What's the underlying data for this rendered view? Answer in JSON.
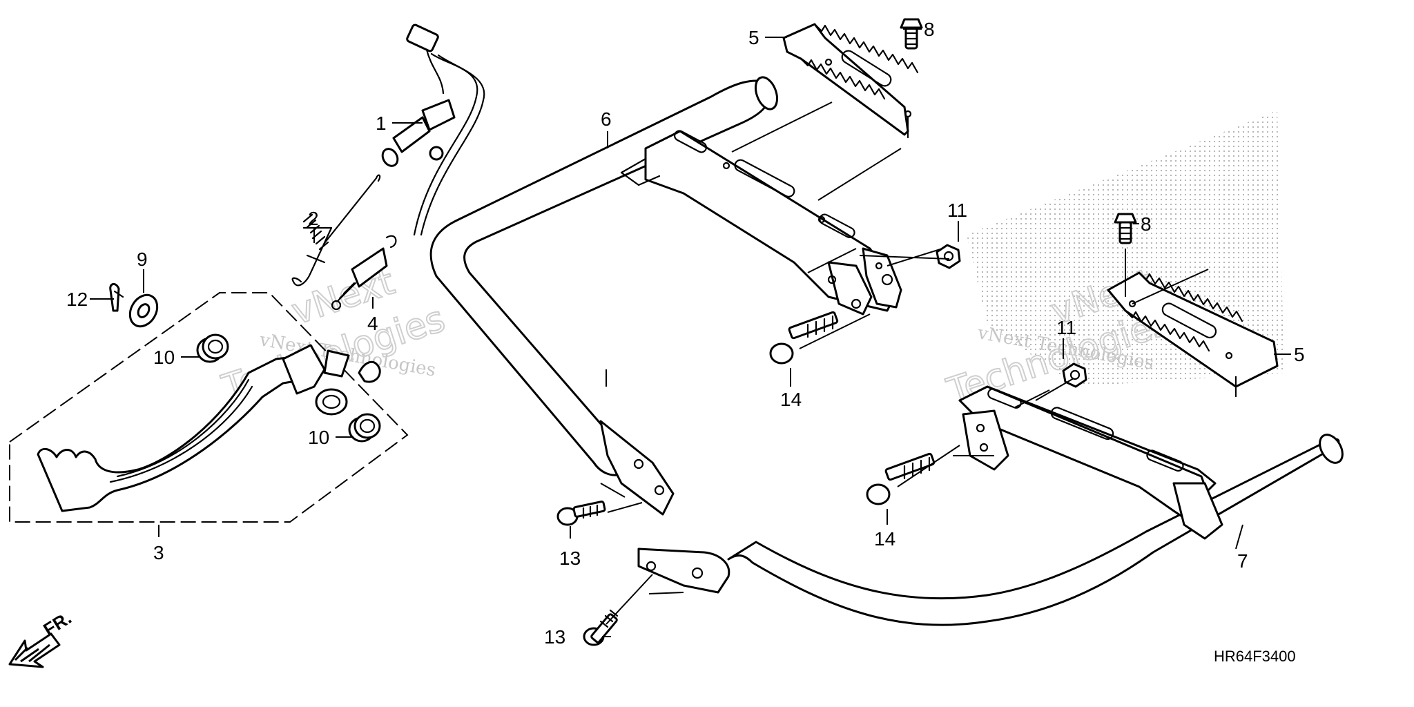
{
  "diagram": {
    "part_code": "HR64F3400",
    "front_indicator": "FR.",
    "watermark": {
      "line1": "vNext",
      "line2": "vNext Technologies",
      "line3": "Technologies"
    },
    "callouts": {
      "c1": "1",
      "c2": "2",
      "c3": "3",
      "c4": "4",
      "c5a": "5",
      "c5b": "5",
      "c6": "6",
      "c7": "7",
      "c8a": "8",
      "c8b": "8",
      "c9": "9",
      "c10a": "10",
      "c10b": "10",
      "c11a": "11",
      "c11b": "11",
      "c12": "12",
      "c13a": "13",
      "c13b": "13",
      "c14a": "14",
      "c14b": "14"
    }
  }
}
